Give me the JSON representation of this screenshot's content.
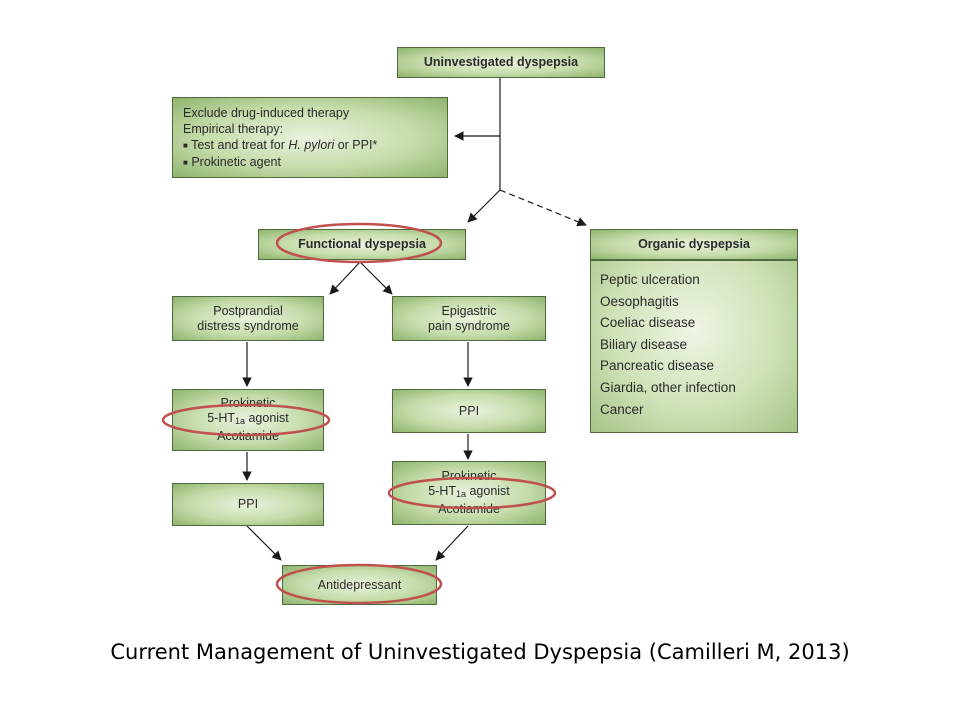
{
  "flowchart": {
    "uninvestigated": "Uninvestigated dyspepsia",
    "exclude": {
      "line1": "Exclude drug-induced therapy",
      "line2": "Empirical therapy:",
      "line3_prefix": "Test and treat for ",
      "line3_italic": "H. pylori",
      "line3_suffix": " or PPI*",
      "line4": "Prokinetic agent",
      "bullet": "■"
    },
    "functional": "Functional dyspepsia",
    "organic": "Organic dyspepsia",
    "organic_items": [
      "Peptic ulceration",
      "Oesophagitis",
      "Coeliac disease",
      "Biliary disease",
      "Pancreatic disease",
      "Giardia, other infection",
      "Cancer"
    ],
    "postprandial": {
      "line1": "Postprandial",
      "line2": "distress syndrome"
    },
    "epigastric": {
      "line1": "Epigastric",
      "line2": "pain syndrome"
    },
    "prokinetic_left": {
      "line1": "Prokinetic",
      "line2_prefix": "5-HT",
      "line2_sub": "1a",
      "line2_suffix": " agonist",
      "line3": "Acotiamide"
    },
    "ppi_left": "PPI",
    "ppi_right": "PPI",
    "prokinetic_right": {
      "line1": "Prokinetic",
      "line2_prefix": "5-HT",
      "line2_sub": "1a",
      "line2_suffix": " agonist",
      "line3": "Acotiamide"
    },
    "antidepressant": "Antidepressant"
  },
  "colors": {
    "box_border": "#4d6b3c",
    "highlight_ring": "#c0504d"
  },
  "caption": "Current Management of Uninvestigated Dyspepsia (Camilleri M, 2013)"
}
